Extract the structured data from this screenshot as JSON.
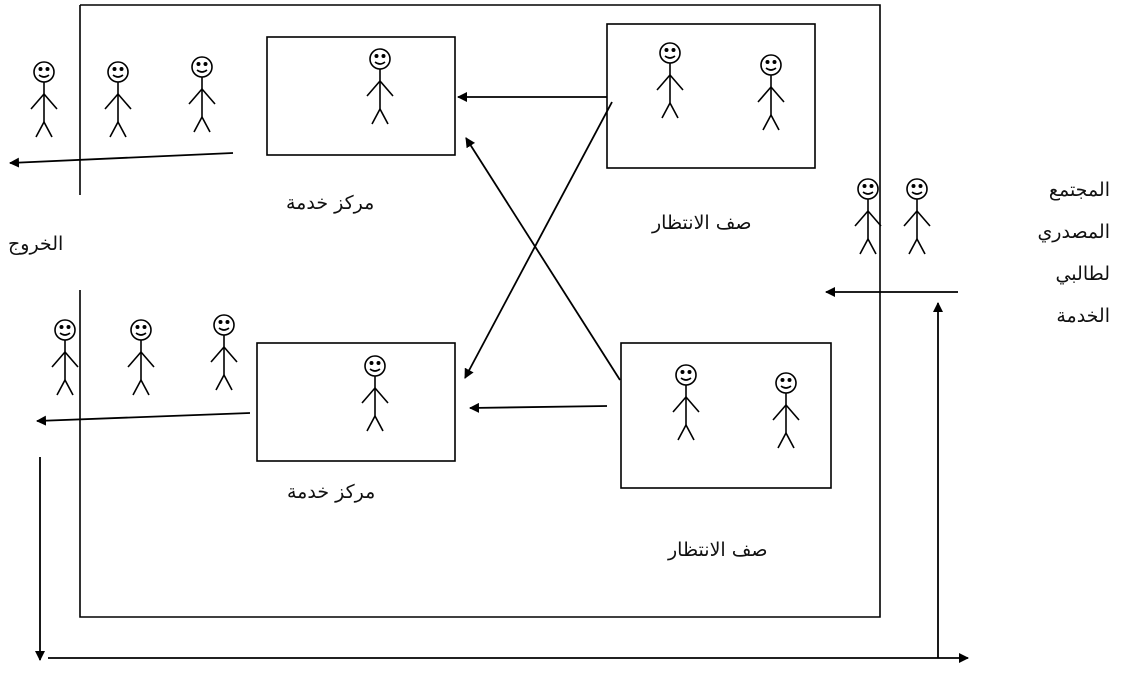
{
  "labels": {
    "service_center_top": "مركز خدمة",
    "service_center_bottom": "مركز خدمة",
    "queue_top": "صف الانتظار",
    "queue_bottom": "صف الانتظار",
    "exit": "الخروج",
    "source_population": [
      "المجتمع",
      "المصدري",
      "لطالبي",
      "الخدمة"
    ]
  },
  "colors": {
    "stroke": "#000000",
    "text": "#111111"
  }
}
